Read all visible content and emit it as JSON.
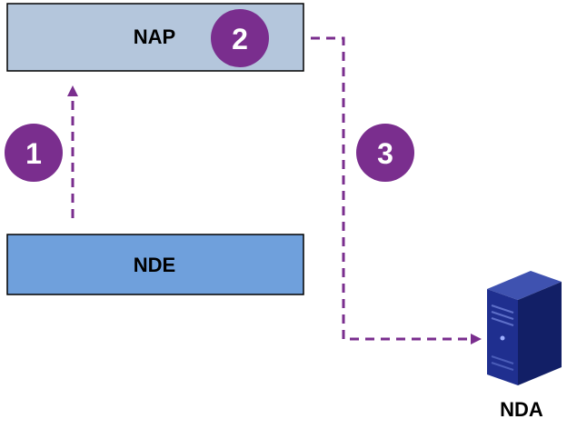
{
  "nodes": {
    "nap": {
      "label": "NAP",
      "color": "#b4c6dc"
    },
    "nde": {
      "label": "NDE",
      "color": "#6fa0dc"
    },
    "nda": {
      "label": "NDA"
    }
  },
  "steps": {
    "step1": "1",
    "step2": "2",
    "step3": "3"
  },
  "colors": {
    "badge": "#7a2e8e",
    "arrow": "#7a2e8e",
    "server_front": "#1f2f8f",
    "server_side": "#121f66",
    "server_top": "#3f52b0"
  },
  "icons": {
    "server": "server-icon"
  }
}
